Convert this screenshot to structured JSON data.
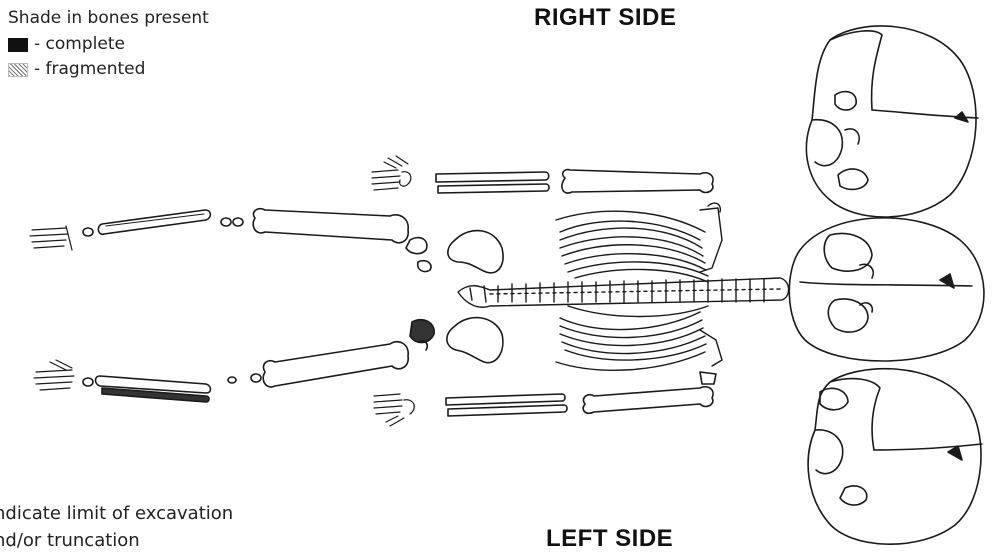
{
  "legend": {
    "title": "Shade in bones present",
    "complete_label": "- complete",
    "fragmented_label": "- fragmented"
  },
  "labels": {
    "right_side": "RIGHT SIDE",
    "left_side": "LEFT SIDE"
  },
  "note": {
    "line1": "ndicate limit of excavation",
    "line2": "nd/or truncation"
  },
  "colors": {
    "ink": "#1a1a1a",
    "complete": "#111111",
    "fragmented": "#777777"
  }
}
